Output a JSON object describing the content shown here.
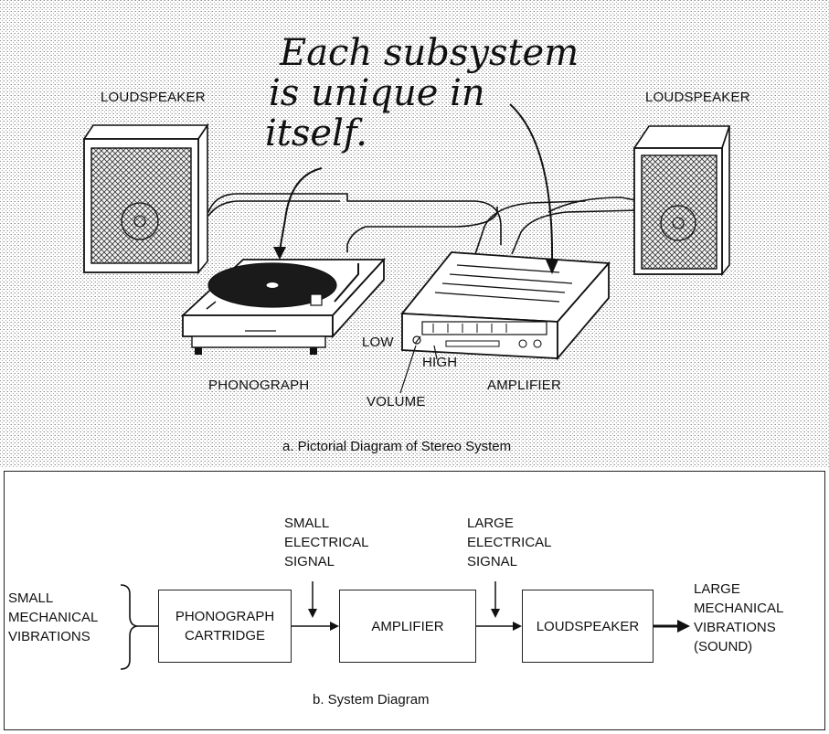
{
  "pictorial": {
    "annotation": [
      "Each subsystem",
      "is unique in",
      "itself."
    ],
    "labels": {
      "loudspeaker_left": "LOUDSPEAKER",
      "loudspeaker_right": "LOUDSPEAKER",
      "phonograph": "PHONOGRAPH",
      "amplifier": "AMPLIFIER",
      "low": "LOW",
      "high": "HIGH",
      "volume": "VOLUME"
    },
    "caption": "a. Pictorial Diagram of Stereo System"
  },
  "system": {
    "input": [
      "SMALL",
      "MECHANICAL",
      "VIBRATIONS"
    ],
    "blocks": [
      [
        "PHONOGRAPH",
        "CARTRIDGE"
      ],
      [
        "AMPLIFIER"
      ],
      [
        "LOUDSPEAKER"
      ]
    ],
    "signal_small": [
      "SMALL",
      "ELECTRICAL",
      "SIGNAL"
    ],
    "signal_large": [
      "LARGE",
      "ELECTRICAL",
      "SIGNAL"
    ],
    "output": [
      "LARGE",
      "MECHANICAL",
      "VIBRATIONS",
      "(SOUND)"
    ],
    "caption": "b. System Diagram"
  },
  "colors": {
    "ink": "#111111",
    "stipple": "#9a9a9a",
    "record": "#1a1a1a",
    "panel_border": "#222222"
  }
}
